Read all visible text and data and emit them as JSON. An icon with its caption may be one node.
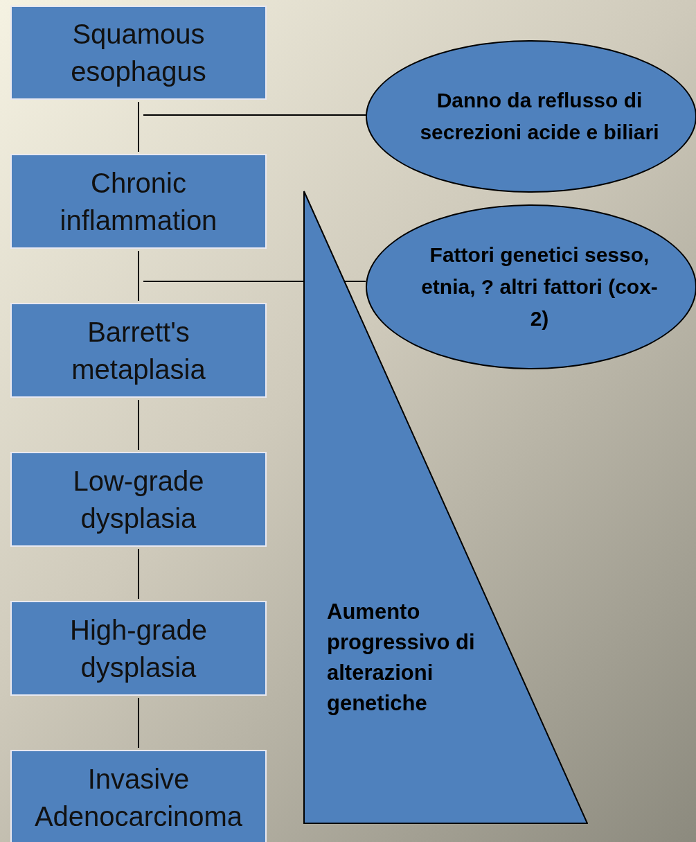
{
  "diagram": {
    "nodes": [
      {
        "text": [
          "Squamous esophagus"
        ]
      },
      {
        "text": [
          "Chronic inflammation"
        ]
      },
      {
        "text": [
          "Barrett's metaplasia"
        ]
      },
      {
        "text": [
          "Low-grade dysplasia"
        ]
      },
      {
        "text": [
          "High-grade dysplasia"
        ]
      },
      {
        "text": [
          "Invasive Adenocarcinoma"
        ]
      },
      {
        "text": [
          "Danno da reflusso di secrezioni acide e biliari"
        ]
      },
      {
        "text": [
          "Fattori genetici sesso, etnia, ? altri fattori (cox-2)"
        ]
      },
      {
        "text": [
          "Aumento progressivo di alterazioni genetiche"
        ]
      }
    ],
    "edges": [
      {
        "from": 0,
        "to": 1,
        "arrow": "none"
      },
      {
        "from": 1,
        "to": 2,
        "arrow": "none"
      },
      {
        "from": 2,
        "to": 3,
        "arrow": "none"
      },
      {
        "from": 3,
        "to": 4,
        "arrow": "none"
      },
      {
        "from": 4,
        "to": 5,
        "arrow": "none"
      },
      {
        "from": 6,
        "to": null,
        "arrow": "none"
      },
      {
        "from": 7,
        "to": null,
        "arrow": "none"
      }
    ]
  }
}
